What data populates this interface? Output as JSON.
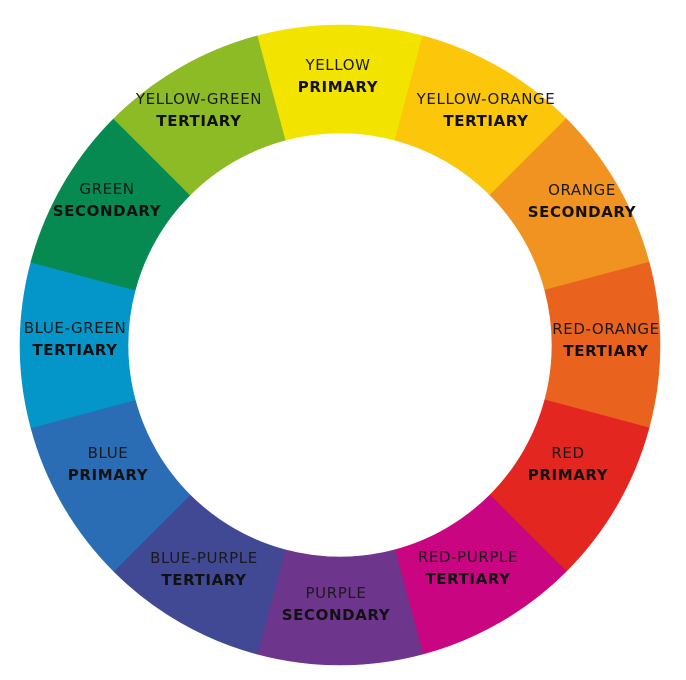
{
  "segments": [
    {
      "name": "YELLOW",
      "type": "PRIMARY",
      "color": "#F3E400"
    },
    {
      "name": "YELLOW-ORANGE",
      "type": "TERTIARY",
      "color": "#FCC60A"
    },
    {
      "name": "ORANGE",
      "type": "SECONDARY",
      "color": "#F09320"
    },
    {
      "name": "RED-ORANGE",
      "type": "TERTIARY",
      "color": "#E9631F"
    },
    {
      "name": "RED",
      "type": "PRIMARY",
      "color": "#E3261F"
    },
    {
      "name": "RED-PURPLE",
      "type": "TERTIARY",
      "color": "#C90582"
    },
    {
      "name": "PURPLE",
      "type": "SECONDARY",
      "color": "#6E358D"
    },
    {
      "name": "BLUE-PURPLE",
      "type": "TERTIARY",
      "color": "#414995"
    },
    {
      "name": "BLUE",
      "type": "PRIMARY",
      "color": "#2A6DB4"
    },
    {
      "name": "BLUE-GREEN",
      "type": "TERTIARY",
      "color": "#0496C8"
    },
    {
      "name": "GREEN",
      "type": "SECONDARY",
      "color": "#068A52"
    },
    {
      "name": "YELLOW-GREEN",
      "type": "TERTIARY",
      "color": "#8DBB25"
    }
  ]
}
